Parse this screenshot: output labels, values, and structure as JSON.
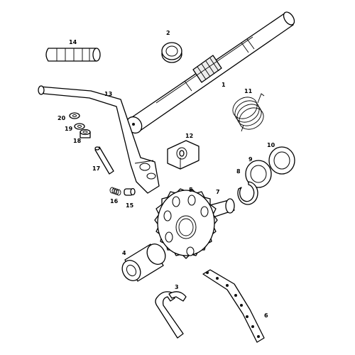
{
  "labels": [
    "1",
    "2",
    "3",
    "4",
    "5",
    "6",
    "7",
    "8",
    "9",
    "10",
    "11",
    "12",
    "13",
    "14",
    "15",
    "16",
    "17",
    "18",
    "19",
    "20"
  ]
}
